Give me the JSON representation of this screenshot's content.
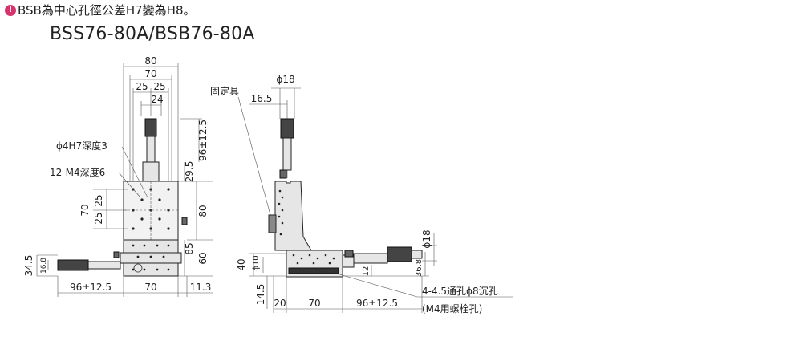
{
  "note": {
    "icon": "exclamation-circle-icon",
    "text": "BSB為中心孔徑公差H7變為H8。"
  },
  "model": "BSS76-80A/BSB76-80A",
  "dimensions": {
    "top": [
      "80",
      "70",
      "25",
      "25",
      "24"
    ],
    "micrometer_travel": "96±12.5",
    "d_29_5": "29.5",
    "left_70": "70",
    "left_25a": "25",
    "left_25b": "25",
    "right_80": "80",
    "right_85": "85",
    "right_60": "60",
    "left_34_5": "34.5",
    "left_16_8": "16.8",
    "bottom_96": "96±12.5",
    "bottom_70": "70",
    "bottom_11_3": "11.3",
    "side_phi18_top": "ϕ18",
    "side_16_5": "16.5",
    "side_phi18_right": "ϕ18",
    "side_36_8": "36.8",
    "side_40": "40",
    "side_phi10": "ϕ10",
    "side_12": "12",
    "side_14_5": "14.5",
    "side_20": "20",
    "side_70": "70",
    "side_96": "96±12.5"
  },
  "labels": {
    "hole_phi4": "ϕ4H7深度3",
    "hole_m4": "12-M4深度6",
    "fixture": "固定具",
    "through_hole": "4-4.5通孔ϕ8沉孔",
    "through_hole_note": "(M4用螺栓孔)"
  }
}
